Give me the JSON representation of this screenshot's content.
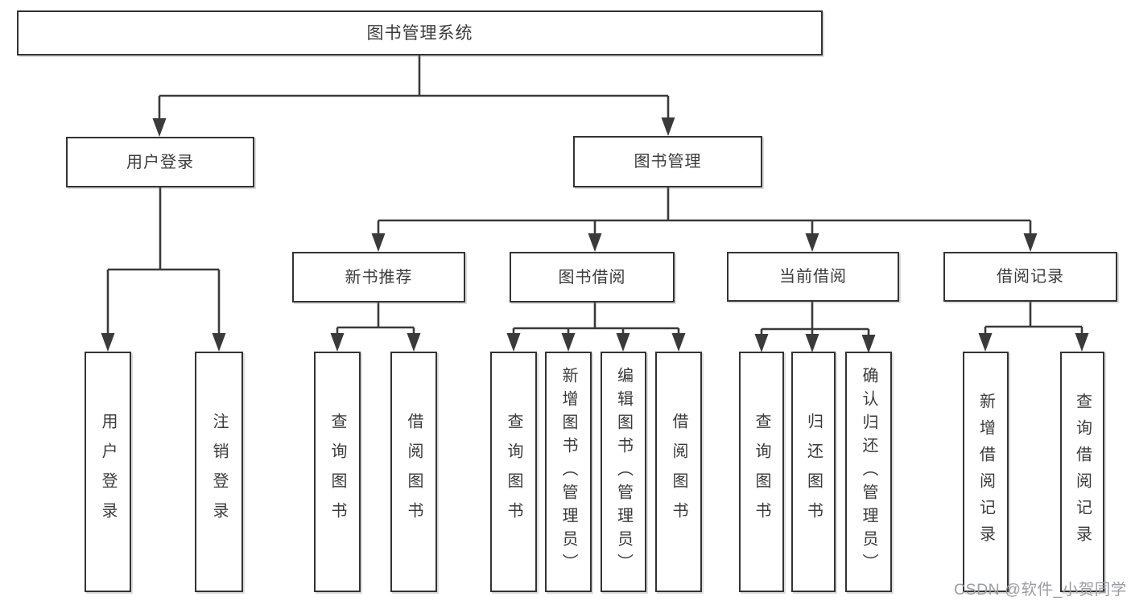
{
  "root": {
    "label": "图书管理系统",
    "children": [
      {
        "label": "用户登录",
        "children": [
          {
            "label": "用户登录"
          },
          {
            "label": "注销登录"
          }
        ]
      },
      {
        "label": "图书管理",
        "children": [
          {
            "label": "新书推荐",
            "children": [
              {
                "label": "查询图书"
              },
              {
                "label": "借阅图书"
              }
            ]
          },
          {
            "label": "图书借阅",
            "children": [
              {
                "label": "查询图书"
              },
              {
                "label": "新增图书（管理员）"
              },
              {
                "label": "编辑图书（管理员）"
              },
              {
                "label": "借阅图书"
              }
            ]
          },
          {
            "label": "当前借阅",
            "children": [
              {
                "label": "查询图书"
              },
              {
                "label": "归还图书"
              },
              {
                "label": "确认归还（管理员）"
              }
            ]
          },
          {
            "label": "借阅记录",
            "children": [
              {
                "label": "新增借阅记录"
              },
              {
                "label": "查询借阅记录"
              }
            ]
          }
        ]
      }
    ]
  },
  "watermark": {
    "text": "CSDN @软件_小贺同学"
  },
  "colors": {
    "line": "#3a3a3a",
    "box_border": "#333333",
    "box_fill": "#ffffff",
    "text": "#3b3b3b",
    "watermark": "#9b9ba4",
    "background": "#ffffff"
  }
}
